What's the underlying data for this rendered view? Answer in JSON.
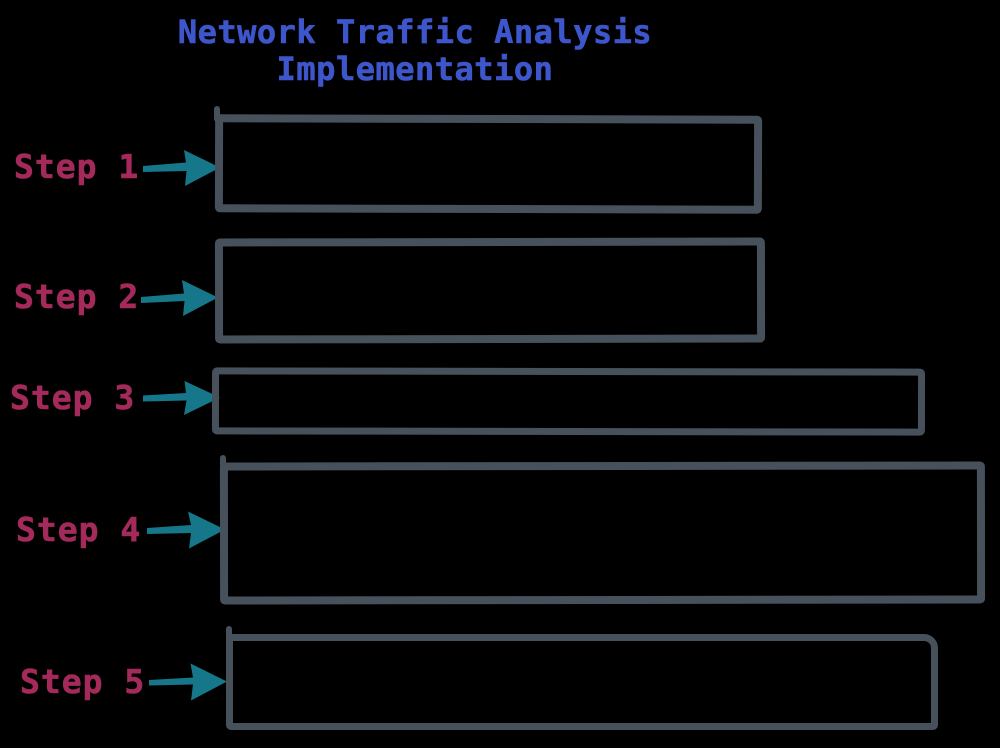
{
  "title": {
    "line1": "Network Traffic Analysis",
    "line2": "Implementation"
  },
  "steps": [
    {
      "label": "Step 1"
    },
    {
      "label": "Step 2"
    },
    {
      "label": "Step 3"
    },
    {
      "label": "Step 4"
    },
    {
      "label": "Step 5"
    }
  ],
  "boxes_note": "all five step boxes are empty (no text content)",
  "colors": {
    "background": "#000000",
    "title": "#3E56CB",
    "step_label": "#A42A5B",
    "arrow": "#16778A",
    "box_border": "#47515B"
  }
}
